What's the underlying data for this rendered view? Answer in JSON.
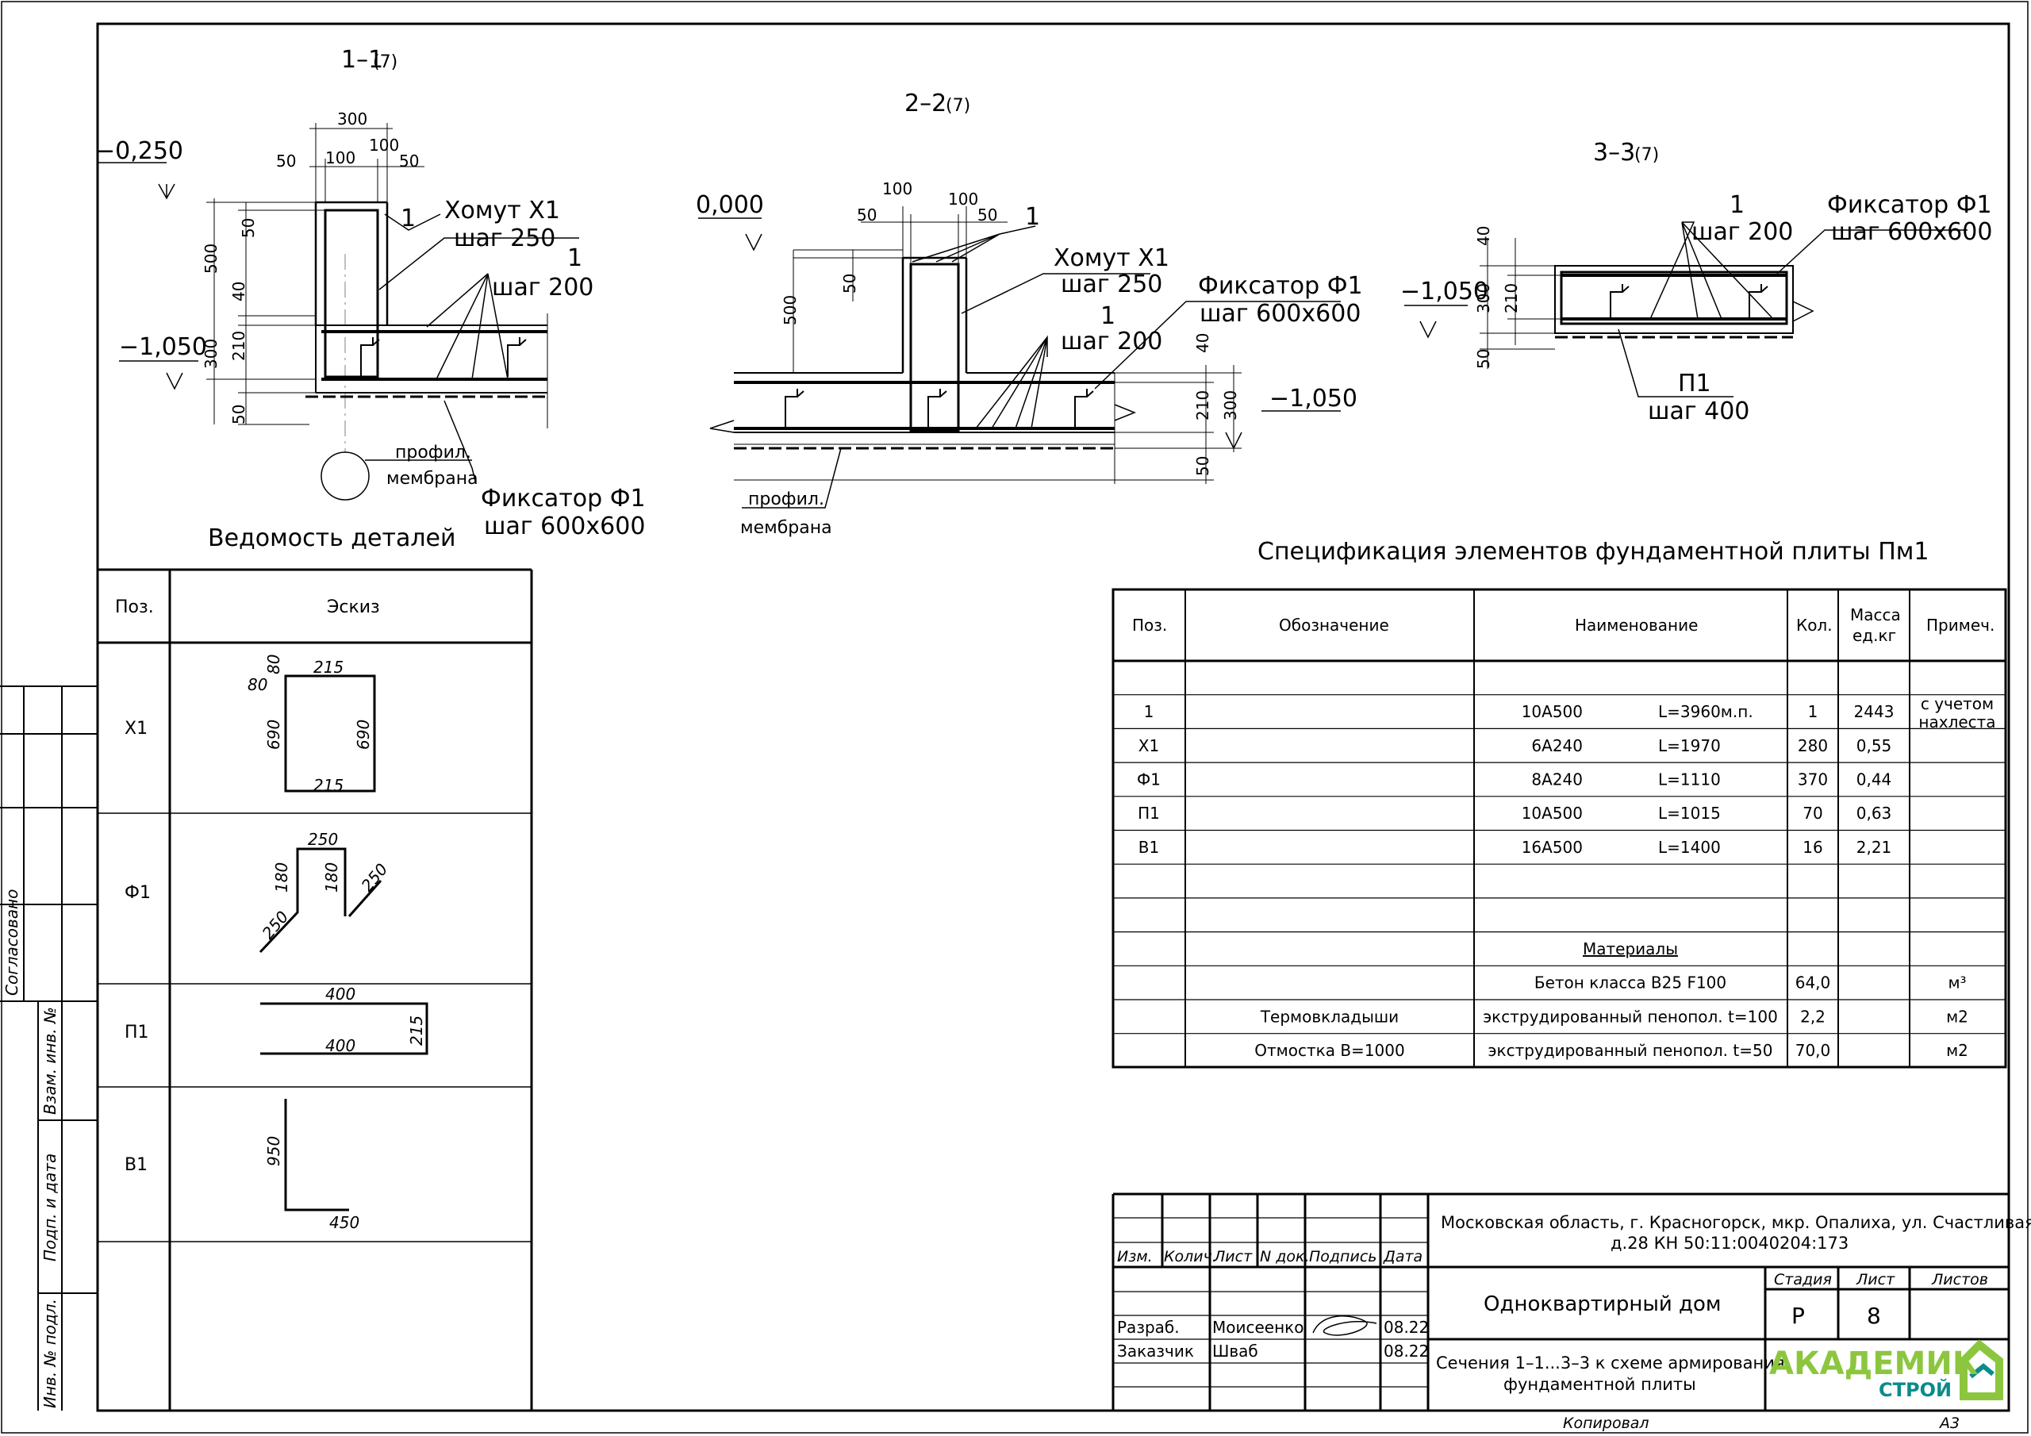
{
  "sec11": {
    "title": "1–1",
    "ref": "(7)",
    "lvl_top": "−0,250",
    "lvl_bot": "−1,050",
    "d300": "300",
    "d100a": "100",
    "d100b": "100",
    "d50a": "50",
    "d50b": "50",
    "v500": "500",
    "v50": "50",
    "v40": "40",
    "v210": "210",
    "v300": "300",
    "v50b": "50",
    "lbl_x1": "Хомут Х1",
    "lbl_x1_step": "шаг 250",
    "lbl_1": "1",
    "lbl_1_step": "шаг 200",
    "lbl_fix": "Фиксатор Ф1",
    "lbl_fix_step": "шаг 600х600",
    "lbl_prof": "профил.",
    "lbl_memb": "мембрана"
  },
  "sec22": {
    "title": "2–2",
    "ref": "(7)",
    "lvl_top": "0,000",
    "lvl_bot": "−1,050",
    "d100a": "100",
    "d100b": "100",
    "d50a": "50",
    "d50b": "50",
    "v500": "500",
    "v50": "50",
    "v40": "40",
    "v210": "210",
    "v300": "300",
    "v50b": "50",
    "lbl_1a": "1",
    "lbl_x1": "Хомут Х1",
    "lbl_x1_step": "шаг 250",
    "lbl_fix": "Фиксатор Ф1",
    "lbl_fix_step": "шаг 600х600",
    "lbl_1": "1",
    "lbl_1_step": "шаг 200",
    "lbl_prof": "профил.",
    "lbl_memb": "мембрана"
  },
  "sec33": {
    "title": "3–3",
    "ref": "(7)",
    "lvl": "−1,050",
    "v40": "40",
    "v300": "300",
    "v210": "210",
    "v50": "50",
    "lbl_1": "1",
    "lbl_1_step": "шаг 200",
    "lbl_fix": "Фиксатор Ф1",
    "lbl_fix_step": "шаг 600х600",
    "lbl_p1": "П1",
    "lbl_p1_step": "шаг 400"
  },
  "details": {
    "title": "Ведомость деталей",
    "head_pos": "Поз.",
    "head_sketch": "Эскиз",
    "rows": [
      {
        "pos": "Х1",
        "dims": [
          "80",
          "215",
          "80",
          "690",
          "690",
          "215"
        ]
      },
      {
        "pos": "Ф1",
        "dims": [
          "250",
          "180",
          "180",
          "250",
          "250"
        ]
      },
      {
        "pos": "П1",
        "dims": [
          "400",
          "400",
          "215"
        ]
      },
      {
        "pos": "В1",
        "dims": [
          "950",
          "450"
        ]
      }
    ]
  },
  "spec": {
    "title": "Спецификация элементов фундаментной плиты Пм1",
    "headers": {
      "pos": "Поз.",
      "code": "Обозначение",
      "name": "Наименование",
      "qty": "Кол.",
      "mass1": "Масса",
      "mass2": "ед.кг",
      "note": "Примеч."
    },
    "rows": [
      {
        "pos": "",
        "code": "",
        "name1": "",
        "name2": "",
        "qty": "",
        "mass": "",
        "note1": "",
        "note2": ""
      },
      {
        "pos": "1",
        "code": "",
        "name1": "10А500",
        "name2": "L=3960м.п.",
        "qty": "1",
        "mass": "2443",
        "note1": "с учетом",
        "note2": "нахлеста"
      },
      {
        "pos": "Х1",
        "code": "",
        "name1": "6А240",
        "name2": "L=1970",
        "qty": "280",
        "mass": "0,55",
        "note1": "",
        "note2": ""
      },
      {
        "pos": "Ф1",
        "code": "",
        "name1": "8А240",
        "name2": "L=1110",
        "qty": "370",
        "mass": "0,44",
        "note1": "",
        "note2": ""
      },
      {
        "pos": "П1",
        "code": "",
        "name1": "10А500",
        "name2": "L=1015",
        "qty": "70",
        "mass": "0,63",
        "note1": "",
        "note2": ""
      },
      {
        "pos": "В1",
        "code": "",
        "name1": "16А500",
        "name2": "L=1400",
        "qty": "16",
        "mass": "2,21",
        "note1": "",
        "note2": ""
      },
      {
        "pos": "",
        "code": "",
        "name1": "",
        "name2": "",
        "qty": "",
        "mass": "",
        "note1": "",
        "note2": ""
      },
      {
        "pos": "",
        "code": "",
        "name1": "",
        "name2": "",
        "qty": "",
        "mass": "",
        "note1": "",
        "note2": ""
      },
      {
        "pos": "",
        "code": "",
        "name1": "Материалы",
        "name2": "",
        "qty": "",
        "mass": "",
        "note1": "",
        "note2": ""
      },
      {
        "pos": "",
        "code": "",
        "name1": "Бетон класса В25 F100",
        "name2": "",
        "qty": "64,0",
        "mass": "",
        "note1": "м³",
        "note2": ""
      },
      {
        "pos": "",
        "code": "Термовкладыши",
        "name1": "экструдированный пенопол. t=100",
        "name2": "",
        "qty": "2,2",
        "mass": "",
        "note1": "м2",
        "note2": ""
      },
      {
        "pos": "",
        "code": "Отмостка В=1000",
        "name1": "экструдированный пенопол. t=50",
        "name2": "",
        "qty": "70,0",
        "mass": "",
        "note1": "м2",
        "note2": ""
      }
    ]
  },
  "side_stamp": {
    "agreed": "Согласовано",
    "inv_replace": "Взам. инв. №",
    "sign_date": "Подп. и дата",
    "inv_orig": "Инв. № подл."
  },
  "title_block": {
    "address1": "Московская область, г. Красногорск, мкр. Опалиха, ул. Счастливая,",
    "address2": "д.28 КН 50:11:0040204:173",
    "project": "Одноквартирный дом",
    "sheet_title1": "Сечения 1–1...3–3 к схеме армирования",
    "sheet_title2": "фундаментной плиты",
    "h_izm": "Изм.",
    "h_kol": "Колич.",
    "h_list": "Лист",
    "h_ndok": "N док.",
    "h_podp": "Подпись",
    "h_data": "Дата",
    "stage_h": "Стадия",
    "sheet_h": "Лист",
    "sheets_h": "Листов",
    "stage": "Р",
    "sheet": "8",
    "sheets": "",
    "dev_role": "Разраб.",
    "dev_name": "Моисеенко",
    "dev_date": "08.22",
    "cust_role": "Заказчик",
    "cust_name": "Шваб",
    "cust_date": "08.22",
    "logo1": "АКАДЕМИК",
    "logo2": "СТРОЙ",
    "copied": "Копировал",
    "format": "А3"
  },
  "colors": {
    "ink": "#000000",
    "logo_green": "#8cc63f",
    "logo_teal": "#0b8b8b"
  }
}
